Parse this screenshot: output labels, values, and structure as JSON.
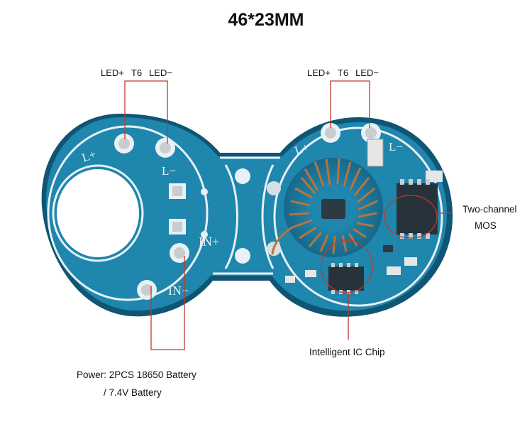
{
  "title": "46*23MM",
  "left_led_labels": {
    "pos": "LED+",
    "mid": "T6",
    "neg": "LED−"
  },
  "right_led_labels": {
    "pos": "LED+",
    "mid": "T6",
    "neg": "LED−"
  },
  "mos_label": {
    "line1": "Two-channel",
    "line2": "MOS"
  },
  "ic_label": "Intelligent IC Chip",
  "power_label": {
    "line1": "Power: 2PCS 18650 Battery",
    "line2": "/ 7.4V Battery"
  },
  "silkscreen": {
    "left_l_plus": "L+",
    "left_l_minus": "L−",
    "in_plus": "IN+",
    "in_minus": "IN−",
    "right_l_plus": "L+",
    "right_l_minus": "L−"
  },
  "colors": {
    "pcb": "#1f86ad",
    "pcb_dark": "#166a8c",
    "silk": "#e8f1f5",
    "pad": "#c9cdd0",
    "callout": "#c0392b",
    "copper": "#b8743a"
  }
}
